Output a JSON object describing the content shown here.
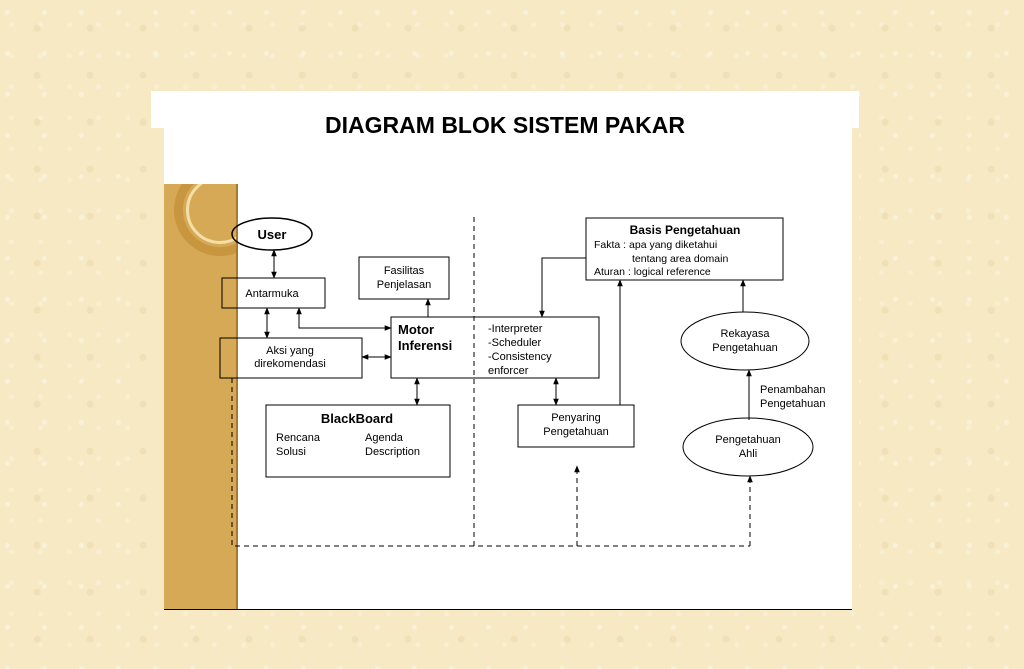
{
  "title": "DIAGRAM BLOK SISTEM PAKAR",
  "nodes": {
    "user": "User",
    "antarmuka": "Antarmuka",
    "aksi_line1": "Aksi yang",
    "aksi_line2": "direkomendasi",
    "fasilitas_line1": "Fasilitas",
    "fasilitas_line2": "Penjelasan",
    "motor_line1": "Motor",
    "motor_line2": "Inferensi",
    "motor_item1": "-Interpreter",
    "motor_item2": "-Scheduler",
    "motor_item3": "-Consistency",
    "motor_item4": "enforcer",
    "blackboard_title": "BlackBoard",
    "blackboard_rencana": "Rencana",
    "blackboard_solusi": "Solusi",
    "blackboard_agenda": "Agenda",
    "blackboard_description": "Description",
    "basis_title": "Basis Pengetahuan",
    "basis_fakta": "Fakta : apa yang diketahui",
    "basis_fakta2": "tentang area domain",
    "basis_aturan": "Aturan : logical reference",
    "rekayasa_line1": "Rekayasa",
    "rekayasa_line2": "Pengetahuan",
    "penyaring_line1": "Penyaring",
    "penyaring_line2": "Pengetahuan",
    "ahli_line1": "Pengetahuan",
    "ahli_line2": "Ahli",
    "penambahan_line1": "Penambahan",
    "penambahan_line2": "Pengetahuan"
  }
}
